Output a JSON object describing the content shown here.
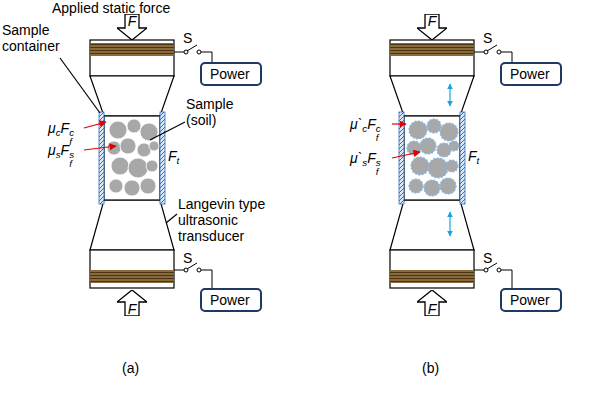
{
  "diagram": {
    "nodes": [
      {
        "text": [
          "F"
        ]
      },
      {
        "text": [
          "Power"
        ]
      },
      {
        "text": [
          "Power"
        ]
      },
      {
        "text": [
          "F"
        ]
      },
      {
        "text": [
          "F"
        ]
      },
      {
        "text": [
          "Power"
        ]
      },
      {
        "text": [
          "Power"
        ]
      },
      {
        "text": [
          "F"
        ]
      }
    ],
    "labels": [
      "Applied static force",
      "S",
      "Sample container",
      "μcFfc",
      "μsFfs",
      "Sample (soil)",
      "Ft",
      "Langevin type ultrasonic transducer",
      "S",
      "(a)",
      "S",
      "μ`cFfc",
      "μ`sFfs",
      "Ft",
      "S",
      "(b)"
    ]
  }
}
